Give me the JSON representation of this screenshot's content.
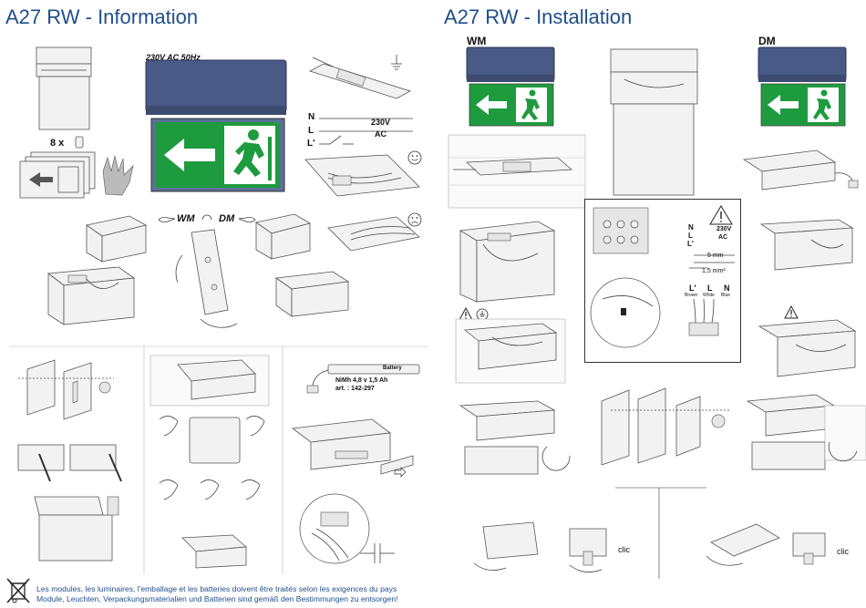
{
  "left_title": "A27 RW - Information",
  "right_title": "A27 RW - Installation",
  "power_spec": "230V AC 50Hz",
  "screw_count": "8 x",
  "mount_wm": "WM",
  "mount_dm": "DM",
  "wiring": {
    "n": "N",
    "l": "L",
    "lprime": "L'",
    "voltage": "230V",
    "ac": "AC"
  },
  "battery": {
    "label": "Battery",
    "spec": "NiMh 4,8 v 1,5 Ah",
    "article": "art. : 142-297"
  },
  "detail": {
    "n": "N",
    "l": "L",
    "lprime": "L'",
    "voltage": "230V",
    "ac": "AC",
    "strip": "5 mm",
    "section": "1,5 mm²",
    "wire_lprime": "L'",
    "wire_l": "L",
    "wire_n": "N",
    "brown": "Brown",
    "white": "White",
    "blue": "Blue"
  },
  "clic1": "clic",
  "clic2": "clic",
  "disposal_fr": "Les modules, les luminaires, l'emballage et les batteries doivent être traités selon les exigences du pays",
  "disposal_de": "Module, Leuchten, Verpackungsmaterialien und Batterien sind gemäß den Bestimmungen zu entsorgen!",
  "colors": {
    "title_blue": "#1f4e8c",
    "sign_green": "#1e9b3e",
    "housing_blue": "#4a5a86"
  }
}
